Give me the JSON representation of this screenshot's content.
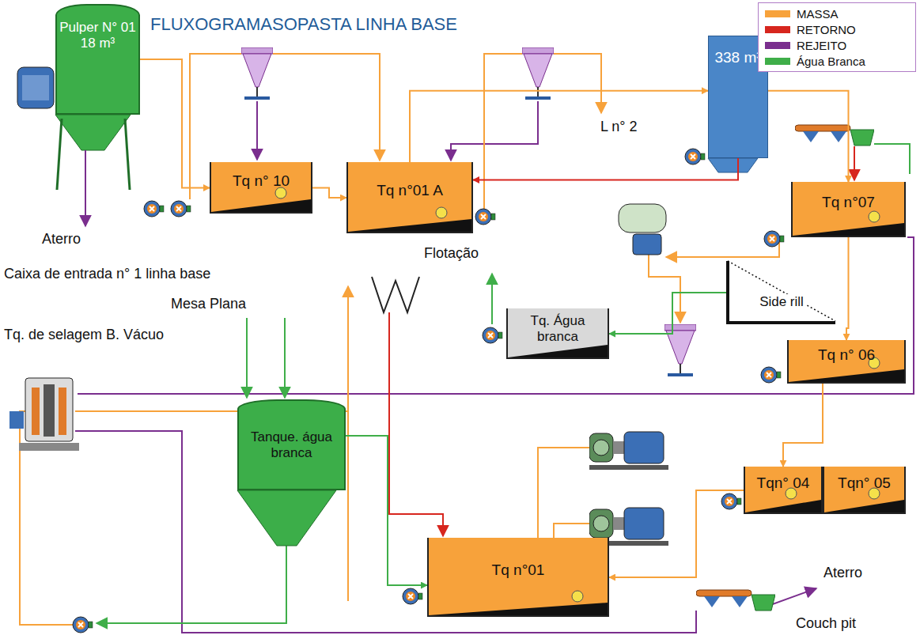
{
  "diagram": {
    "title": "FLUXOGRAMASOPASTA LINHA BASE",
    "nodes": [
      {
        "text": [
          "Pulper N° 01 18 m³"
        ]
      },
      {
        "text": [
          "Tq n° 10"
        ]
      },
      {
        "text": [
          "Tq n°01 A"
        ]
      },
      {
        "text": [
          "338 m³"
        ]
      },
      {
        "text": [
          "Tq n°07"
        ]
      },
      {
        "text": [
          "Side rill"
        ]
      },
      {
        "text": [
          "Tq. Água branca"
        ]
      },
      {
        "text": [
          "Tq n° 06"
        ]
      },
      {
        "text": [
          "Tqn° 04"
        ]
      },
      {
        "text": [
          "Tqn° 05"
        ]
      },
      {
        "text": [
          "Tanque. água branca"
        ]
      },
      {
        "text": [
          "Tq n°01"
        ]
      }
    ],
    "edges": [
      {
        "from": 0,
        "to": 1,
        "arrow": "to"
      },
      {
        "from": 1,
        "to": 2,
        "arrow": "to"
      },
      {
        "from": 2,
        "to": 3,
        "arrow": "to"
      },
      {
        "from": 3,
        "to": 2,
        "arrow": "to"
      },
      {
        "from": 3,
        "to": 4,
        "arrow": "to"
      },
      {
        "from": 4,
        "to": 7,
        "arrow": "to"
      },
      {
        "from": 7,
        "to": 8,
        "arrow": "to"
      },
      {
        "from": 8,
        "to": 11,
        "arrow": "to"
      },
      {
        "from": 5,
        "to": 6,
        "arrow": "to"
      },
      {
        "from": 10,
        "to": 11,
        "arrow": "to"
      }
    ],
    "labels": [
      "Aterro",
      "Caixa de entrada n° 1 linha base",
      "Mesa Plana",
      "Tq. de selagem B. Vácuo",
      "Flotação",
      "L n° 2",
      "Aterro",
      "Couch pit"
    ],
    "legend": [
      {
        "text": "MASSA",
        "color": "#f7a23b"
      },
      {
        "text": "RETORNO",
        "color": "#d7261e"
      },
      {
        "text": "REJEITO",
        "color": "#7a2e8e"
      },
      {
        "text": "Água Branca",
        "color": "#3fae49"
      }
    ]
  }
}
